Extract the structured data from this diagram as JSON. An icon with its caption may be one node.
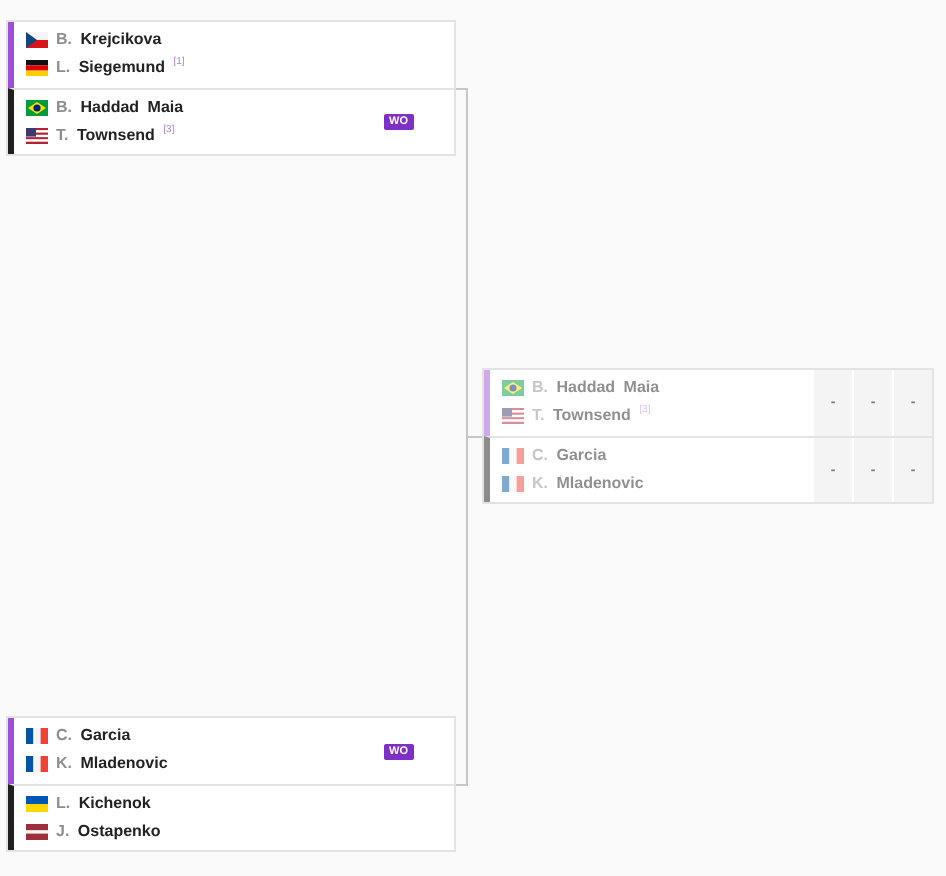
{
  "diagram": {
    "nodes": [
      {
        "text": [],
        "shape": "box"
      },
      {
        "text": [
          "B. **Krejcikova**",
          "L. **Siegemund** $^{[1]}$"
        ],
        "in": 0
      },
      {
        "text": [
          "B. **Haddad Maia**",
          "T. **Townsend** $^{[3]}$",
          "WO"
        ],
        "in": 0
      },
      {
        "text": [],
        "shape": "box"
      },
      {
        "text": [
          "B. **Haddad Maia**",
          "T. **Townsend** $^{[3]}$",
          "-",
          "-",
          "-"
        ],
        "in": 3
      },
      {
        "text": [
          "C. **Garcia**",
          "K. **Mladenovic**",
          "-",
          "-",
          "-"
        ],
        "in": 3
      },
      {
        "text": [],
        "shape": "box"
      },
      {
        "text": [
          "C. **Garcia**",
          "K. **Mladenovic**",
          "WO"
        ],
        "in": 6
      },
      {
        "text": [
          "L. **Kichenok**",
          "J. **Ostapenko**"
        ],
        "in": 6
      }
    ],
    "edges": [
      {
        "from": 0,
        "to": 3,
        "arrow": "none"
      },
      {
        "from": 6,
        "to": 3,
        "arrow": "none"
      }
    ]
  }
}
